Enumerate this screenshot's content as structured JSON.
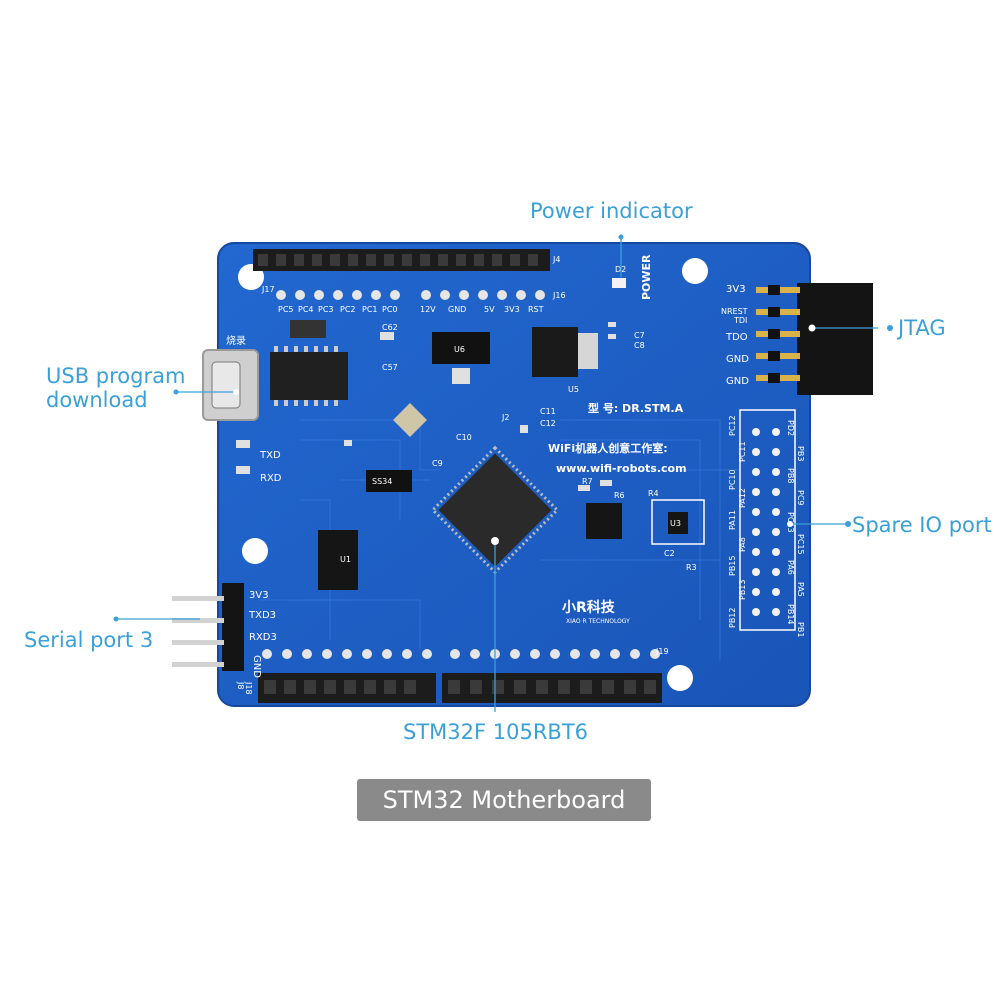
{
  "callouts": {
    "power_indicator": "Power indicator",
    "usb_line1": "USB program",
    "usb_line2": "download",
    "jtag": "JTAG",
    "spare_io": "Spare IO port",
    "serial_port": "Serial port 3",
    "mcu": "STM32F 105RBT6"
  },
  "caption": "STM32 Motherboard",
  "silkscreen": {
    "model": "型 号: DR.STM.A",
    "studio": "WiFi机器人创意工作室:",
    "website": "www.wifi-robots.com",
    "brand": "小R科技",
    "brand_sub": "XIAO R TECHNOLOGY",
    "burn": "烧录",
    "txd": "TXD",
    "rxd": "RXD",
    "power": "POWER",
    "d2": "D2",
    "j4": "J4",
    "j16": "J16",
    "j17": "J17",
    "j19": "J19",
    "j18": "J18",
    "j8": "J8",
    "u6": "U6",
    "u5": "U5",
    "u3": "U3",
    "u1": "U1",
    "ss34": "SS34",
    "c62": "C62",
    "c57": "C57",
    "c7": "C7",
    "c8": "C8",
    "c11": "C11",
    "c12": "C12",
    "c10": "C10",
    "c9": "C9",
    "c2": "C2",
    "r7": "R7",
    "r6": "R6",
    "r4": "R4",
    "r3": "R3",
    "j2": "J2",
    "top_header_labels": [
      "PC5",
      "PC4",
      "PC3",
      "PC2",
      "PC1",
      "PC0",
      "12V",
      "GND",
      "5V",
      "3V3",
      "RST"
    ],
    "jtag_labels": [
      "3V3",
      "NREST",
      "TDI",
      "TDO",
      "GND",
      "GND"
    ],
    "serial_labels": [
      "3V3",
      "TXD3",
      "RXD3",
      "GND"
    ],
    "spare_labels_left": [
      "PC12",
      "PC11",
      "PC10",
      "PA12",
      "PA11",
      "PA8",
      "PB15",
      "PB13",
      "PB12"
    ],
    "spare_labels_right": [
      "PD2",
      "PB3",
      "PB8",
      "PC9",
      "PC13",
      "PC15",
      "PA6",
      "PA5",
      "PB14",
      "PB1"
    ]
  },
  "colors": {
    "callout": "#3aa0d8",
    "board": "#1f5fc4",
    "caption_bg": "#8a8a8a"
  }
}
